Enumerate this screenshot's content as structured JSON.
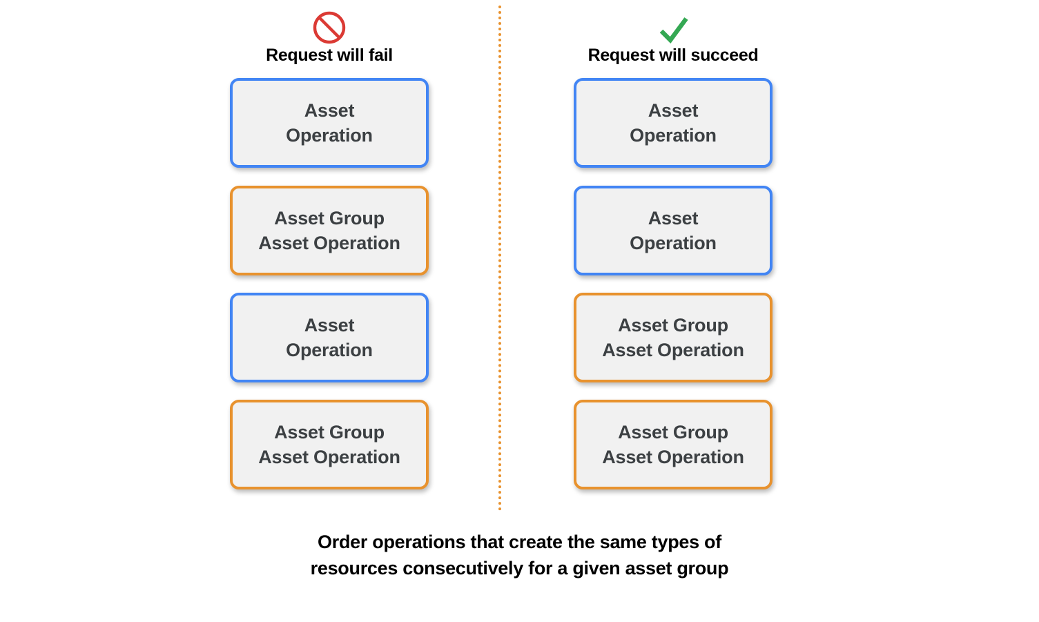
{
  "colors": {
    "blue_border": "#4285F4",
    "orange_border": "#E8922E",
    "box_fill": "#F1F1F1",
    "box_text": "#3C4043",
    "fail_icon": "#DB3A34",
    "succeed_icon": "#34A853",
    "divider": "#E8922E",
    "background": "#FFFFFF",
    "caption_text": "#000000"
  },
  "columns": [
    {
      "id": "fail",
      "title": "Request will fail",
      "icon": "prohibition-icon",
      "icon_color": "#DB3A34",
      "boxes": [
        {
          "label": "Asset\nOperation",
          "type": "blue"
        },
        {
          "label": "Asset Group\nAsset Operation",
          "type": "orange"
        },
        {
          "label": "Asset\nOperation",
          "type": "blue"
        },
        {
          "label": "Asset Group\nAsset Operation",
          "type": "orange"
        }
      ]
    },
    {
      "id": "succeed",
      "title": "Request will succeed",
      "icon": "checkmark-icon",
      "icon_color": "#34A853",
      "boxes": [
        {
          "label": "Asset\nOperation",
          "type": "blue"
        },
        {
          "label": "Asset\nOperation",
          "type": "blue"
        },
        {
          "label": "Asset Group\nAsset Operation",
          "type": "orange"
        },
        {
          "label": "Asset Group\nAsset Operation",
          "type": "orange"
        }
      ]
    }
  ],
  "caption": "Order operations that create the same types of\nresources consecutively for a given asset group"
}
